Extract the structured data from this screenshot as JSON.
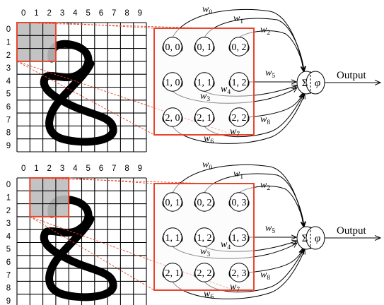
{
  "column_indices": [
    "0",
    "1",
    "2",
    "3",
    "4",
    "5",
    "6",
    "7",
    "8",
    "9"
  ],
  "row_indices": [
    "0",
    "1",
    "2",
    "3",
    "4",
    "5",
    "6",
    "7",
    "8",
    "9"
  ],
  "weights": [
    {
      "base": "w",
      "sub": "0"
    },
    {
      "base": "w",
      "sub": "1"
    },
    {
      "base": "w",
      "sub": "2"
    },
    {
      "base": "w",
      "sub": "3"
    },
    {
      "base": "w",
      "sub": "4"
    },
    {
      "base": "w",
      "sub": "5"
    },
    {
      "base": "w",
      "sub": "6"
    },
    {
      "base": "w",
      "sub": "7"
    },
    {
      "base": "w",
      "sub": "8"
    }
  ],
  "neuron": {
    "sum_symbol": "Σ",
    "activation_symbol": "φ",
    "output_label": "Output"
  },
  "panels": [
    {
      "window_rows": [
        0,
        2
      ],
      "window_cols": [
        0,
        2
      ],
      "node_labels": [
        "0, 0",
        "0, 1",
        "0, 2",
        "1, 0",
        "1, 1",
        "1, 2",
        "2, 0",
        "2, 1",
        "2, 2"
      ]
    },
    {
      "window_rows": [
        0,
        2
      ],
      "window_cols": [
        1,
        3
      ],
      "node_labels": [
        "0, 1",
        "0, 2",
        "0, 3",
        "1, 1",
        "1, 2",
        "1, 3",
        "2, 1",
        "2, 2",
        "2, 3"
      ]
    }
  ],
  "colors": {
    "highlight": "#e8452c",
    "window_fill": "#bdbdbd",
    "stroke": "#000000"
  }
}
